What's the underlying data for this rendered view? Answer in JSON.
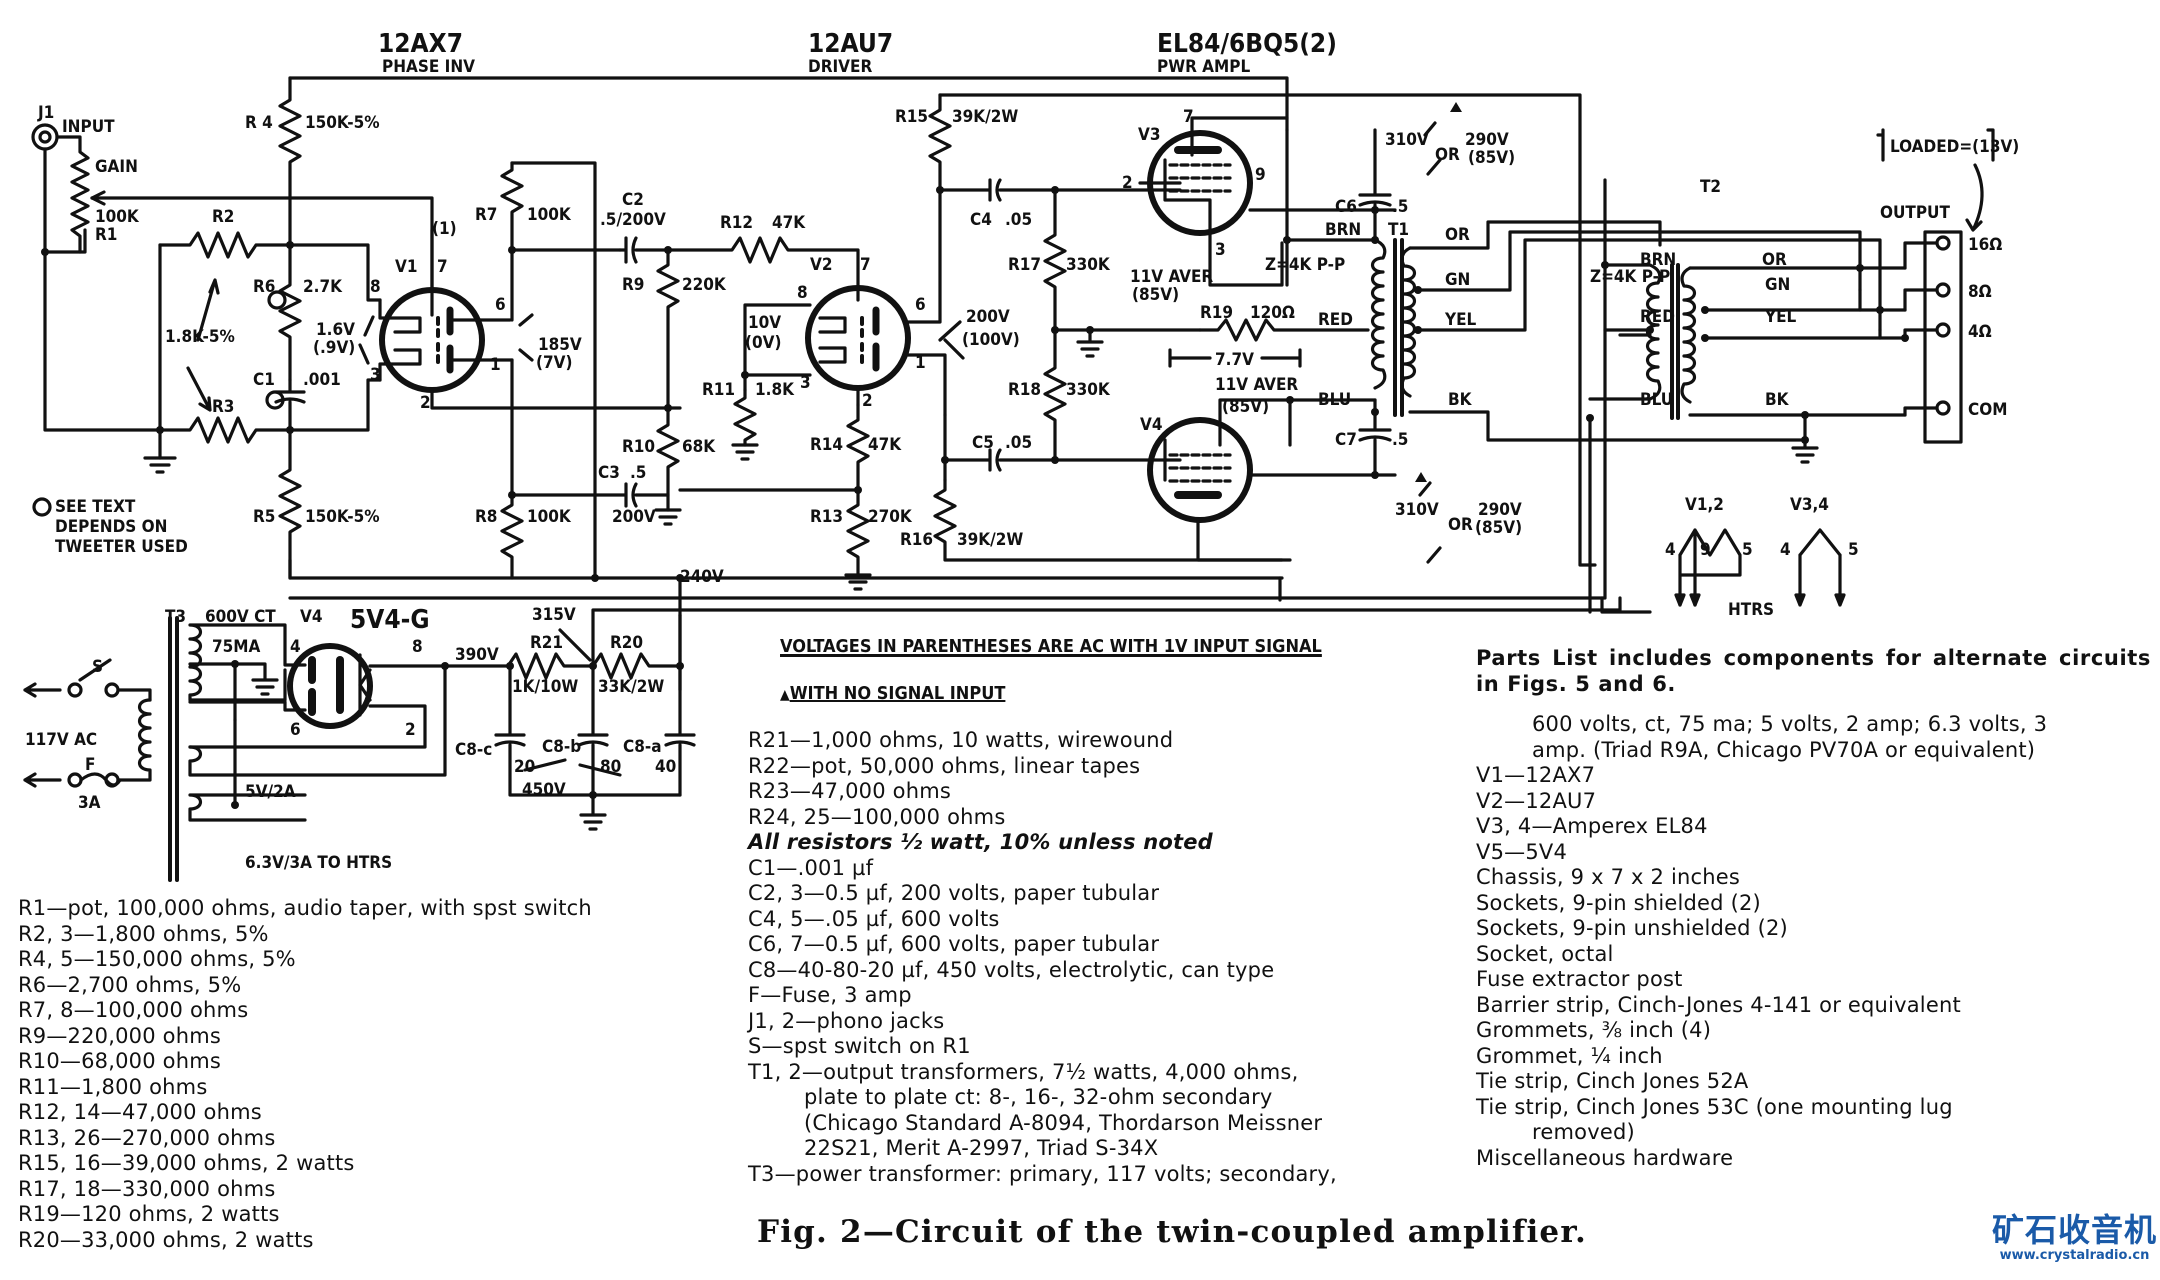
{
  "schematic": {
    "tubes": {
      "v1": {
        "type": "12AX7",
        "function": "PHASE INV",
        "ref": "V1"
      },
      "v2": {
        "type": "12AU7",
        "function": "DRIVER",
        "ref": "V2"
      },
      "v3v4": {
        "type": "EL84/6BQ5(2)",
        "function": "PWR AMPL"
      },
      "v3": {
        "ref": "V3"
      },
      "v4_out": {
        "ref": "V4"
      },
      "rect": {
        "ref": "V4",
        "type": "5V4-G"
      }
    },
    "labels": {
      "j1": "J1",
      "input": "INPUT",
      "gain": "GAIN",
      "r1_val": "100K",
      "r1": "R1",
      "r2": "R2",
      "r3": "R3",
      "r2r3_val": "1.8K-5%",
      "r4": "R 4",
      "r4_val": "150K-5%",
      "r5": "R5",
      "r5_val": "150K-5%",
      "r6": "R6",
      "r6_val": "2.7K",
      "c1": "C1",
      "c1_val": ".001",
      "v1_cath_v": "1.6V",
      "v1_cath_ac": "(.9V)",
      "v1_pin_1_paren": "(1)",
      "v1_pins": [
        "8",
        "7",
        "3",
        "2",
        "6",
        "1"
      ],
      "r7": "R7",
      "r7_val": "100K",
      "r8": "R8",
      "r8_val": "100K",
      "v1_plate_v": "185V",
      "v1_plate_ac": "(7V)",
      "c2": "C2",
      "c2_val": ".5/200V",
      "c3": "C3",
      "c3_val": ".5",
      "c3_volt": "200V",
      "r9": "R9",
      "r9_val": "220K",
      "r10": "R10",
      "r10_val": "68K",
      "b240": "240V",
      "r12": "R12",
      "r12_val": "47K",
      "v2_grid_v": "10V",
      "v2_grid_ac": "(0V)",
      "r11": "R11",
      "r11_val": "1.8K",
      "v2_pins": [
        "8",
        "7",
        "3",
        "2",
        "6",
        "1"
      ],
      "r14": "R14",
      "r14_val": "47K",
      "r13": "R13",
      "r13_val": "270K",
      "v2_plate_v": "200V",
      "v2_plate_ac": "(100V)",
      "r15": "R15",
      "r15_val": "39K/2W",
      "r16": "R16",
      "r16_val": "39K/2W",
      "c4": "C4",
      "c4_val": ".05",
      "c5": "C5",
      "c5_val": ".05",
      "r17": "R17",
      "r17_val": "330K",
      "r18": "R18",
      "r18_val": "330K",
      "v3_pins": [
        "7",
        "2",
        "9",
        "3"
      ],
      "v3_cath": "11V AVER",
      "v3_cath_ac": "(85V)",
      "v4_cath": "11V AVER",
      "v4_cath_ac": "(85V)",
      "r19": "R19",
      "r19_val": "120Ω",
      "r19_drop": "7.7V",
      "c6": "C6",
      "c6_val": ".5",
      "c7": "C7",
      "c7_val": ".5",
      "t1": "T1",
      "t1_z": "Z=4K P-P",
      "brn": "BRN",
      "red": "RED",
      "blu": "BLU",
      "or": "OR",
      "gn": "GN",
      "yel": "YEL",
      "bk": "BK",
      "b310_top": "310V",
      "or_top": "OR",
      "b290_top": "290V",
      "b85_top": "(85V)",
      "b310_bot": "310V",
      "or_bot": "OR",
      "b290_bot": "290V",
      "b85_bot": "(85V)",
      "t2": "T2",
      "t2_z": "Z=4K P-P",
      "loaded": "LOADED=(13V)",
      "output": "OUTPUT",
      "out_16": "16Ω",
      "out_8": "8Ω",
      "out_4": "4Ω",
      "out_com": "COM",
      "htr_v12": "V1,2",
      "htr_v34": "V3,4",
      "htr_pins_a": [
        "4",
        "9",
        "5"
      ],
      "htr_pins_b": [
        "4",
        "5"
      ],
      "htrs": "HTRS",
      "see_text": "SEE TEXT",
      "depends_on": "DEPENDS ON",
      "tweeter_used": "TWEETER USED",
      "t3": "T3",
      "t3_sec": "600V CT",
      "t3_ma": "75MA",
      "rect_pins": [
        "4",
        "8",
        "6",
        "2"
      ],
      "b390": "390V",
      "b315": "315V",
      "r21": "R21",
      "r21_val": "1K/10W",
      "r20": "R20",
      "r20_val": "33K/2W",
      "c8c": "C8-c",
      "c8b": "C8-b",
      "c8a": "C8-a",
      "c8_20": "20",
      "c8_80": "80",
      "c8_40": "40",
      "c8_v": "450V",
      "sw": "S",
      "ac_in": "117V AC",
      "fuse": "F",
      "fuse_val": "3A",
      "fil5": "5V/2A",
      "fil63": "6.3V/3A TO HTRS"
    }
  },
  "notes": {
    "parentheses": "VOLTAGES IN PARENTHESES ARE AC WITH 1V INPUT SIGNAL",
    "triangle": "WITH NO SIGNAL INPUT"
  },
  "parts_list": {
    "header": "Parts List includes components for alternate circuits in Figs. 5 and 6.",
    "left": [
      "R1—pot, 100,000 ohms, audio taper, with spst switch",
      "R2, 3—1,800 ohms, 5%",
      "R4, 5—150,000 ohms, 5%",
      "R6—2,700 ohms, 5%",
      "R7, 8—100,000 ohms",
      "R9—220,000 ohms",
      "R10—68,000 ohms",
      "R11—1,800 ohms",
      "R12, 14—47,000 ohms",
      "R13, 26—270,000 ohms",
      "R15, 16—39,000 ohms, 2 watts",
      "R17, 18—330,000 ohms",
      "R19—120 ohms, 2 watts",
      "R20—33,000 ohms, 2 watts"
    ],
    "middle": [
      "R21—1,000 ohms, 10 watts, wirewound",
      "R22—pot, 50,000 ohms, linear tapes",
      "R23—47,000 ohms",
      "R24, 25—100,000 ohms",
      "All resistors ½ watt, 10% unless noted",
      "C1—.001 µf",
      "C2, 3—0.5 µf, 200 volts, paper tubular",
      "C4, 5—.05 µf, 600 volts",
      "C6, 7—0.5 µf, 600 volts, paper tubular",
      "C8—40-80-20 µf, 450 volts, electrolytic, can type",
      "F—Fuse, 3 amp",
      "J1, 2—phono jacks",
      "S—spst switch on R1",
      "T1, 2—output transformers, 7½ watts, 4,000 ohms,",
      "plate to plate ct: 8-, 16-, 32-ohm secondary",
      "(Chicago Standard A-8094, Thordarson Meissner",
      "22S21, Merit A-2997, Triad S-34X",
      "T3—power transformer: primary, 117 volts; secondary,"
    ],
    "right": [
      "600 volts, ct, 75 ma; 5 volts, 2 amp; 6.3 volts, 3",
      "amp. (Triad R9A, Chicago PV70A or equivalent)",
      "V1—12AX7",
      "V2—12AU7",
      "V3, 4—Amperex EL84",
      "V5—5V4",
      "Chassis, 9 x 7 x 2 inches",
      "Sockets, 9-pin shielded (2)",
      "Sockets, 9-pin unshielded (2)",
      "Socket, octal",
      "Fuse extractor post",
      "Barrier strip, Cinch-Jones 4-141 or equivalent",
      "Grommets, ⅜ inch (4)",
      "Grommet, ¼ inch",
      "Tie strip, Cinch Jones 52A",
      "Tie strip, Cinch Jones 53C (one mounting lug",
      "removed)",
      "Miscellaneous hardware"
    ]
  },
  "caption": "Fig. 2—Circuit of the twin-coupled amplifier.",
  "watermark": {
    "name": "矿石收音机",
    "url": "www.crystalradio.cn",
    "color": "#1a5aa8"
  }
}
